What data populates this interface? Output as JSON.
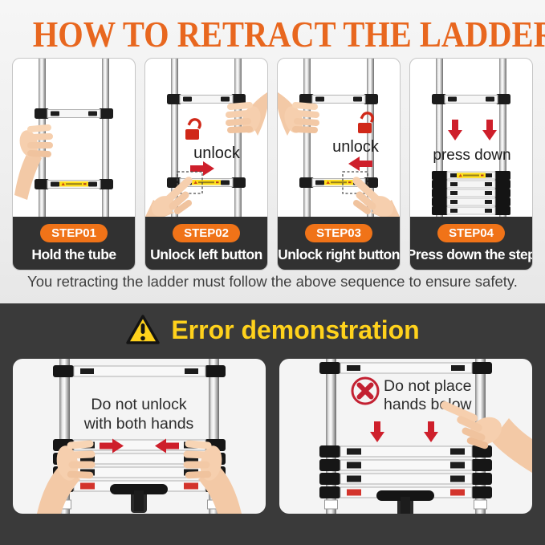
{
  "title": "HOW TO RETRACT THE LADDER",
  "steps": [
    {
      "badge": "STEP01",
      "label": "Hold the tube",
      "annotation": ""
    },
    {
      "badge": "STEP02",
      "label": "Unlock left button",
      "annotation": "unlock"
    },
    {
      "badge": "STEP03",
      "label": "Unlock right button",
      "annotation": "unlock"
    },
    {
      "badge": "STEP04",
      "label": "Press down the step",
      "annotation": "press down"
    }
  ],
  "sequence_note": "You retracting the ladder must follow the above sequence to ensure safety.",
  "error_section": {
    "title": "Error demonstration",
    "warnings": [
      {
        "line1": "Do not unlock",
        "line2": "with both hands"
      },
      {
        "line1": "Do not place",
        "line2": "hands below"
      }
    ]
  },
  "icons": {
    "warning_triangle": "⚠",
    "open_lock": "🔓",
    "arrow_right": "→",
    "arrow_left": "←",
    "arrow_down": "↓",
    "no_entry": "⊗"
  },
  "colors": {
    "title_orange": "#e8671f",
    "badge_orange": "#f07318",
    "warning_yellow": "#ffd21c",
    "alert_red": "#ce1f2b",
    "lock_red": "#d02818",
    "caption_bg": "#313131",
    "dark_bg": "#3a3a3a"
  }
}
